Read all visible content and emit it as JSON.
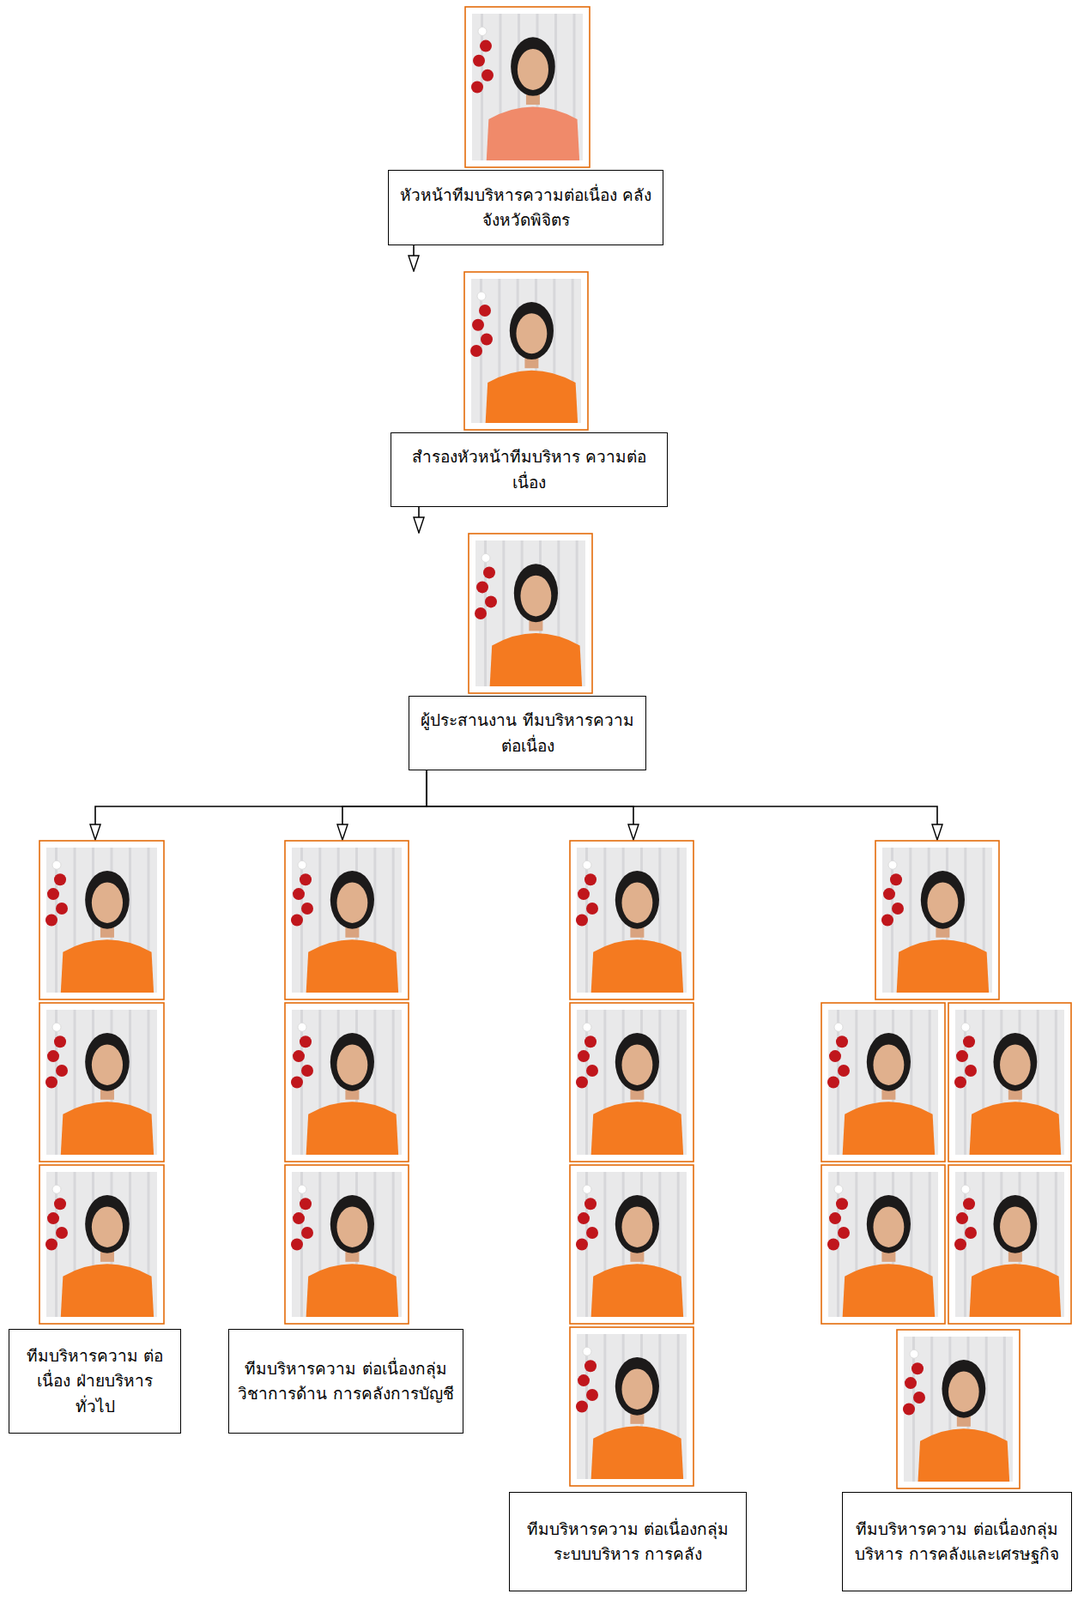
{
  "diagram": {
    "nodes": [
      {
        "text": [
          "หัวหน้าทีมบริหารความต่อเนื่อง คลังจังหวัดพิจิตร"
        ]
      },
      {
        "text": [
          "สำรองหัวหน้าทีมบริหาร ความต่อเนื่อง"
        ]
      },
      {
        "text": [
          "ผู้ประสานงาน ทีมบริหารความต่อเนื่อง"
        ]
      },
      {
        "text": [
          "ทีมบริหารความ ต่อเนื่อง ฝ่ายบริหารทั่วไป"
        ]
      },
      {
        "text": [
          "ทีมบริหารความ ต่อเนื่องกลุ่มวิชาการด้าน การคลังการบัญชี"
        ]
      },
      {
        "text": [
          "ทีมบริหารความ ต่อเนื่องกลุ่มระบบบริหาร การคลัง"
        ]
      },
      {
        "text": [
          "ทีมบริหารความ ต่อเนื่องกลุ่มบริหาร การคลังและเศรษฐกิจ"
        ]
      }
    ],
    "edges": [
      {
        "from": 0,
        "to": 1,
        "arrow": "to"
      },
      {
        "from": 1,
        "to": 2,
        "arrow": "to"
      },
      {
        "from": 2,
        "to": 3,
        "arrow": "to"
      },
      {
        "from": 2,
        "to": 4,
        "arrow": "to"
      },
      {
        "from": 2,
        "to": 5,
        "arrow": "to"
      },
      {
        "from": 2,
        "to": 6,
        "arrow": "to"
      }
    ]
  }
}
